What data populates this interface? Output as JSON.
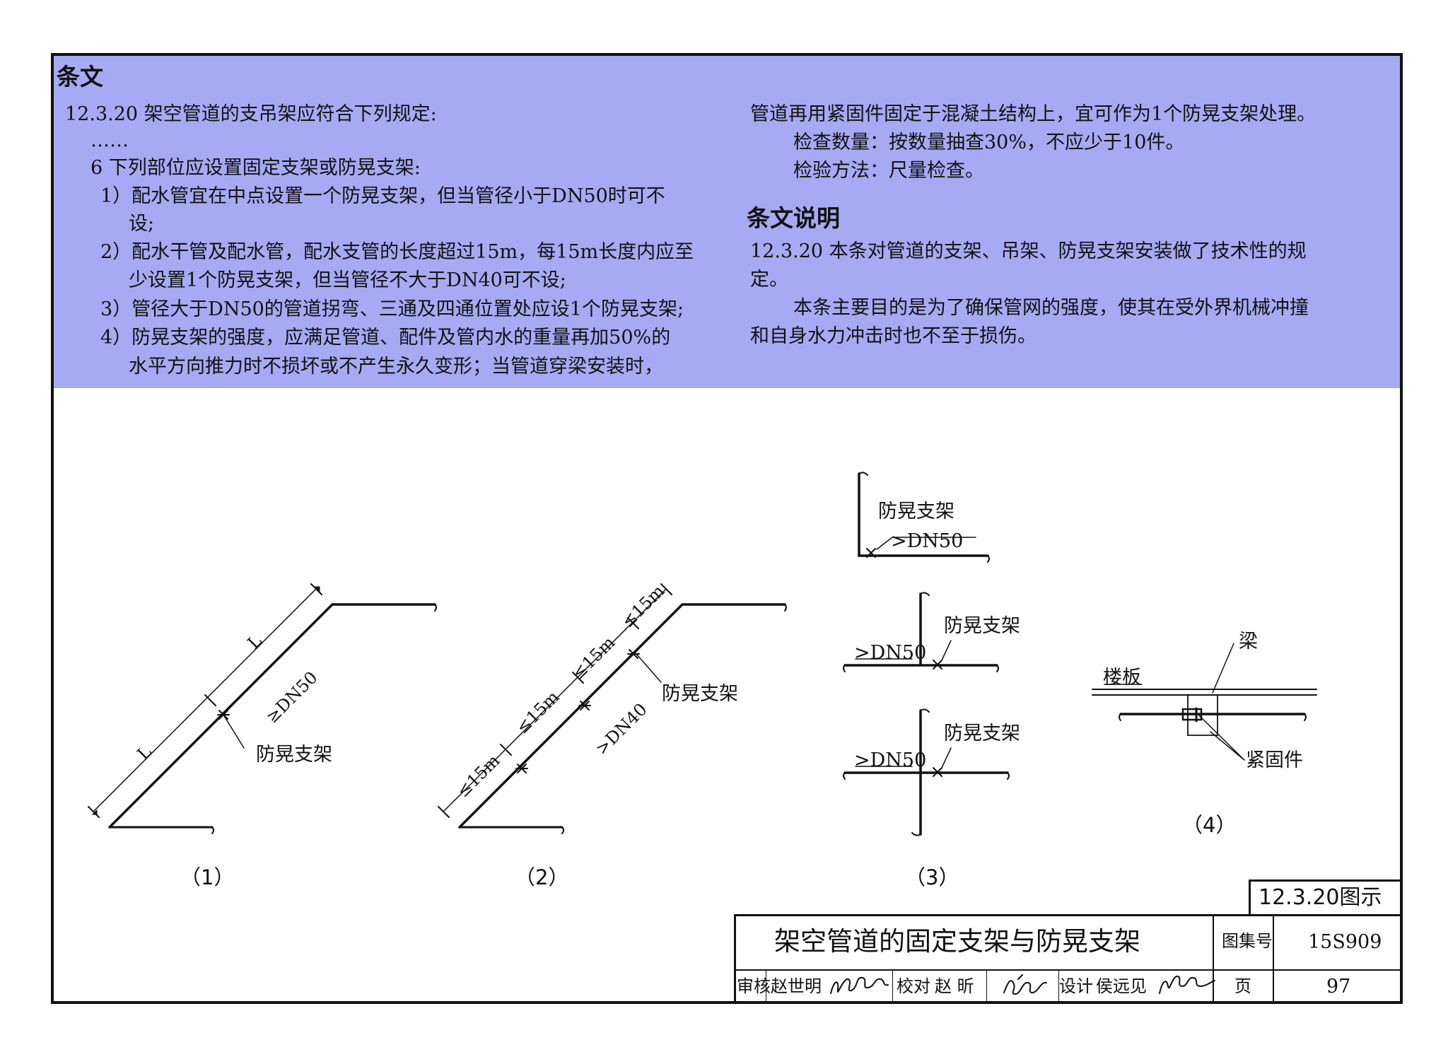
{
  "clause": {
    "heading": "条文",
    "lines": [
      "12.3.20 架空管道的支吊架应符合下列规定:",
      "……",
      "6 下列部位应设置固定支架或防晃支架:",
      "1）配水管宜在中点设置一个防晃支架，但当管径小于DN50时可不",
      "设;",
      "2）配水干管及配水管，配水支管的长度超过15m，每15m长度内应至",
      "少设置1个防晃支架，但当管径不大于DN40可不设;",
      "3）管径大于DN50的管道拐弯、三通及四通位置处应设1个防晃支架;",
      "4）防晃支架的强度，应满足管道、配件及管内水的重量再加50%的",
      "水平方向推力时不损坏或不产生永久变形；当管道穿梁安装时，"
    ],
    "right_lines": [
      "管道再用紧固件固定于混凝土结构上，宜可作为1个防晃支架处理。",
      "检查数量：按数量抽查30%，不应少于10件。",
      "检验方法：尺量检查。"
    ]
  },
  "explanation": {
    "heading": "条文说明",
    "lines": [
      "12.3.20 本条对管道的支架、吊架、防晃支架安装做了技术性的规",
      "定。",
      "本条主要目的是为了确保管网的强度，使其在受外界机械冲撞",
      "和自身水力冲击时也不至于损伤。"
    ]
  },
  "figures": {
    "fig1": {
      "caption": "（1）",
      "label_L": "L",
      "size": "≥DN50",
      "support": "防晃支架"
    },
    "fig2": {
      "caption": "（2）",
      "spacing": "≤15m",
      "size": ">DN40",
      "support": "防晃支架"
    },
    "fig3": {
      "caption": "（3）",
      "support": "防晃支架",
      "size": ">DN50"
    },
    "fig4": {
      "caption": "（4）",
      "beam": "梁",
      "slab": "楼板",
      "fastener": "紧固件"
    }
  },
  "titleblock": {
    "figure_ref": "12.3.20图示",
    "title": "架空管道的固定支架与防晃支架",
    "atlas_label": "图集号",
    "atlas_no": "15S909",
    "page_label": "页",
    "page_no": "97",
    "review_label": "审核",
    "reviewer": "赵世明",
    "check_label": "校对",
    "checker": "赵 昕",
    "design_label": "设计",
    "designer": "侯远见"
  }
}
